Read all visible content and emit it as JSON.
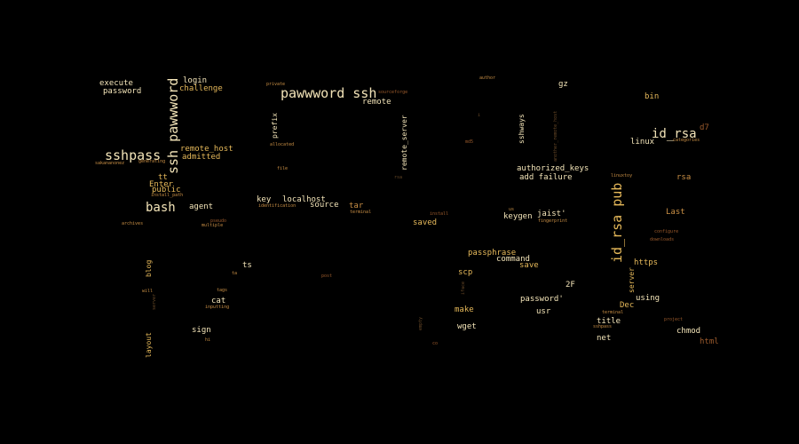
{
  "palette": {
    "background": "#000000",
    "cream": "#f3e4b8",
    "gold": "#e6b95a",
    "amber": "#c98f45",
    "rust": "#9b5a2c",
    "dim": "#6a4a28"
  },
  "words": [
    {
      "text": "pawwword ssh"
    },
    {
      "text": "ssh pawwword"
    },
    {
      "text": "sshpass"
    },
    {
      "text": "id_rsa pub"
    },
    {
      "text": "id_rsa"
    },
    {
      "text": "bash"
    },
    {
      "text": "execute"
    },
    {
      "text": "password"
    },
    {
      "text": "login"
    },
    {
      "text": "challenge"
    },
    {
      "text": "remote_host"
    },
    {
      "text": "admitted"
    },
    {
      "text": "tt"
    },
    {
      "text": "Enter"
    },
    {
      "text": "public"
    },
    {
      "text": "agent"
    },
    {
      "text": "prefix"
    },
    {
      "text": "remote"
    },
    {
      "text": "remote_server"
    },
    {
      "text": "key"
    },
    {
      "text": "localhost"
    },
    {
      "text": "source"
    },
    {
      "text": "tar"
    },
    {
      "text": "sshways"
    },
    {
      "text": "gz"
    },
    {
      "text": "bin"
    },
    {
      "text": "linux"
    },
    {
      "text": "d7"
    },
    {
      "text": "authorized_keys"
    },
    {
      "text": "add failure"
    },
    {
      "text": "rsa"
    },
    {
      "text": "keygen"
    },
    {
      "text": "jaist'"
    },
    {
      "text": "saved"
    },
    {
      "text": "Last"
    },
    {
      "text": "passphrase"
    },
    {
      "text": "command"
    },
    {
      "text": "save"
    },
    {
      "text": "https"
    },
    {
      "text": "scp"
    },
    {
      "text": "server"
    },
    {
      "text": "2F"
    },
    {
      "text": "password'"
    },
    {
      "text": "usr"
    },
    {
      "text": "using"
    },
    {
      "text": "Dec"
    },
    {
      "text": "make"
    },
    {
      "text": "wget"
    },
    {
      "text": "title"
    },
    {
      "text": "net"
    },
    {
      "text": "chmod"
    },
    {
      "text": "html"
    },
    {
      "text": "blog"
    },
    {
      "text": "layout"
    },
    {
      "text": "ts"
    },
    {
      "text": "cat"
    },
    {
      "text": "sign"
    },
    {
      "text": "private"
    },
    {
      "text": "sourceforge"
    },
    {
      "text": "allocated"
    },
    {
      "text": "file"
    },
    {
      "text": "terminal"
    },
    {
      "text": "install"
    },
    {
      "text": "fingerprint"
    },
    {
      "text": "author"
    },
    {
      "text": "another_remote_host"
    },
    {
      "text": "categories"
    },
    {
      "text": "configure"
    },
    {
      "text": "downloads"
    },
    {
      "text": "project"
    },
    {
      "text": "terminal"
    },
    {
      "text": "generating"
    },
    {
      "text": "archives"
    },
    {
      "text": "multiple"
    },
    {
      "text": "pseudo"
    },
    {
      "text": "identification"
    },
    {
      "text": "tags"
    },
    {
      "text": "inputting"
    },
    {
      "text": "will"
    },
    {
      "text": "server"
    },
    {
      "text": "post"
    },
    {
      "text": "hi"
    },
    {
      "text": "empty"
    },
    {
      "text": "iface"
    },
    {
      "text": "linuxtoy"
    },
    {
      "text": "sshpass"
    },
    {
      "text": "install_path"
    },
    {
      "text": "sakananonez"
    },
    {
      "text": "i"
    },
    {
      "text": "co"
    },
    {
      "text": "md5"
    },
    {
      "text": "us"
    },
    {
      "text": "ta"
    },
    {
      "text": "rsa"
    }
  ]
}
